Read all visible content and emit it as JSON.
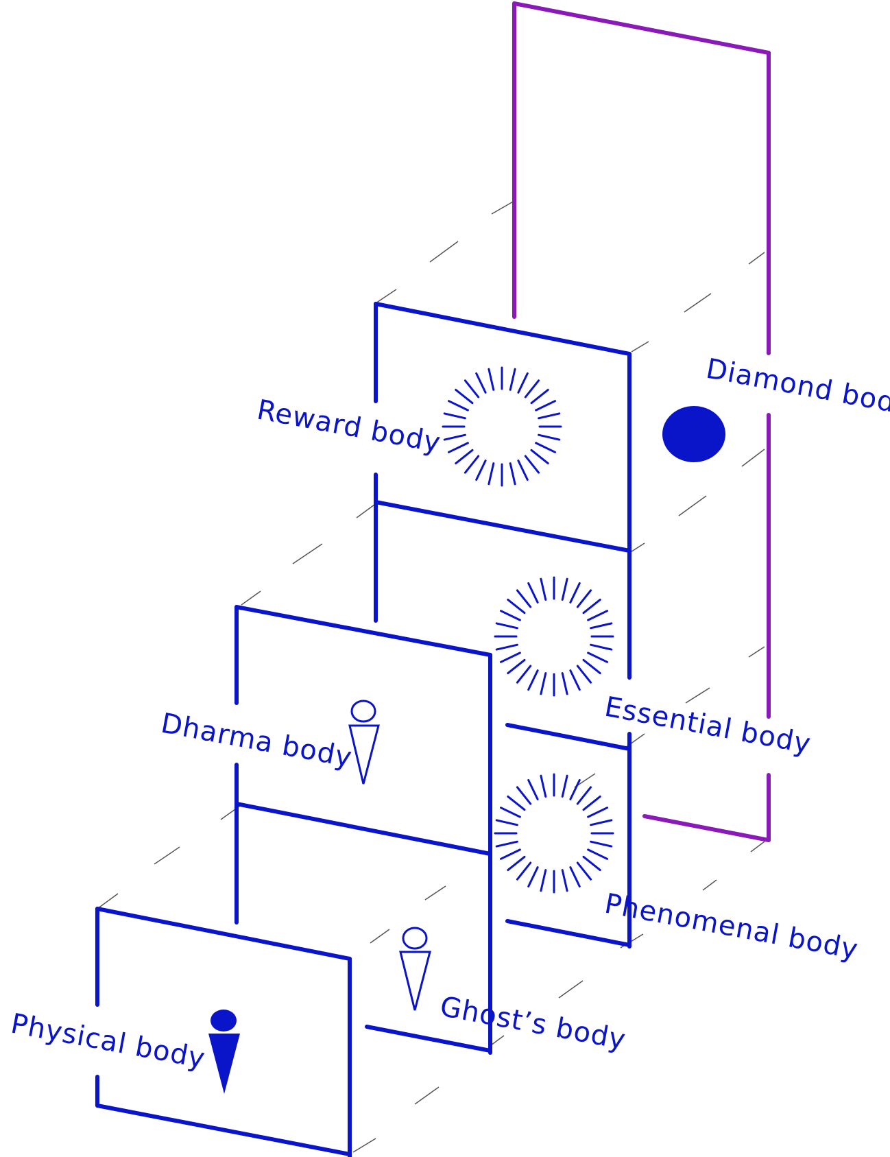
{
  "colors": {
    "blue": "#0A14C8",
    "purple": "#8A1AB8",
    "dash": "#555555"
  },
  "labels": {
    "diamond": "Diamond body",
    "reward": "Reward body",
    "essential": "Essential body",
    "dharma": "Dharma body",
    "phenomenal": "Phenomenal body",
    "ghost": "Ghost’s body",
    "physical": "Physical body"
  },
  "icons": {
    "diamond": "filled-circle-icon",
    "reward": "radiant-sun-icon",
    "essential": "radiant-sun-icon",
    "phenomenal": "radiant-sun-icon",
    "dharma": "outline-person-icon",
    "ghost": "outline-person-icon",
    "physical": "filled-person-icon"
  }
}
